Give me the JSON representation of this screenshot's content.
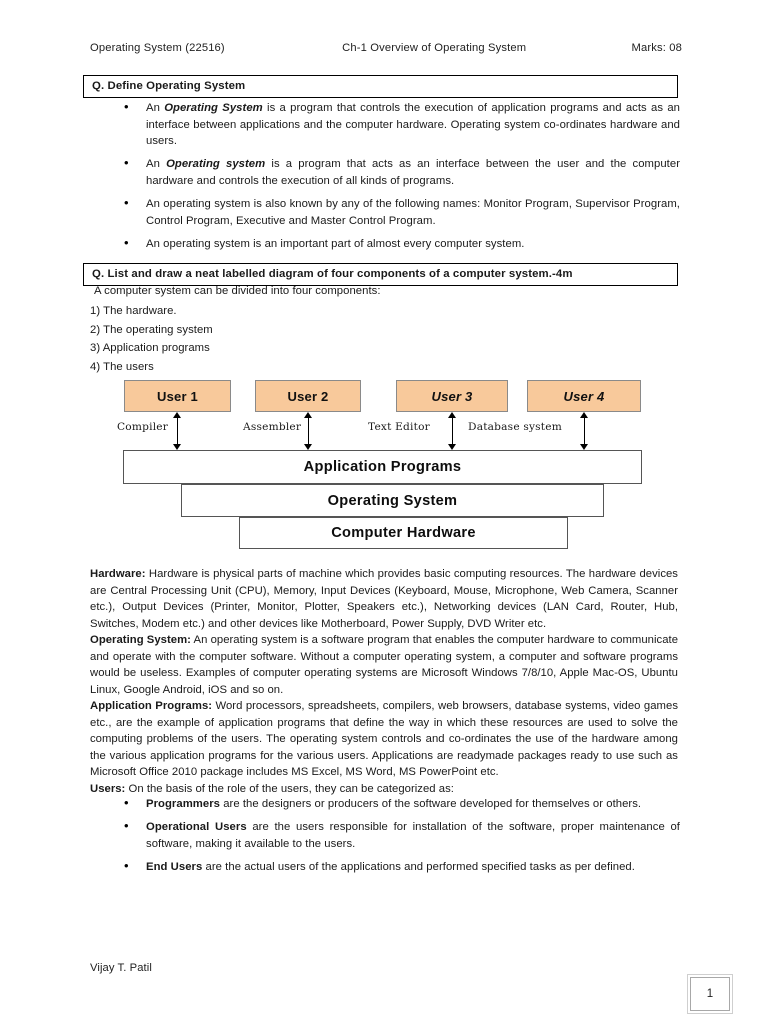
{
  "header": {
    "left": "Operating System (22516)",
    "center": "Ch-1 Overview of Operating System",
    "right": "Marks: 08"
  },
  "question1": {
    "title": "Q. Define Operating System",
    "bullets": [
      {
        "prefix": "An ",
        "emphasis": "Operating System",
        "text": " is a program that controls the execution of application programs and acts as an interface between applications and the computer hardware. Operating system co-ordinates hardware and users."
      },
      {
        "prefix": "An ",
        "emphasis": "Operating system",
        "text": " is a program that acts as an interface between the user and the computer hardware and controls the execution of all kinds of programs."
      },
      {
        "prefix": "",
        "emphasis": "",
        "text": "An operating system is also known by any of the following names: Monitor Program, Supervisor Program, Control Program, Executive and Master Control Program."
      },
      {
        "prefix": "",
        "emphasis": "",
        "text": "An operating system is an important part of almost every computer system."
      }
    ]
  },
  "question2": {
    "title": "Q. List and draw a neat labelled diagram of four components of a computer system.-4m",
    "intro": "A computer system can be divided into four components:",
    "items": [
      "1) The hardware.",
      "2) The operating system",
      "3) Application programs",
      "4) The users"
    ]
  },
  "diagram": {
    "user_boxes": [
      {
        "label": "User 1",
        "italic": false
      },
      {
        "label": "User 2",
        "italic": false
      },
      {
        "label": "User 3",
        "italic": true
      },
      {
        "label": "User 4",
        "italic": true
      }
    ],
    "arrow_labels": [
      "Compiler",
      "Assembler",
      "Text Editor",
      "Database system"
    ],
    "layers": [
      "Application Programs",
      "Operating System",
      "Computer Hardware"
    ],
    "box_fill": "#F8C99B",
    "box_border": "#8a8a8a",
    "layer_border": "#555555"
  },
  "body": {
    "paragraphs": [
      {
        "lead": "Hardware:",
        "text": " Hardware is physical parts of machine which provides basic computing resources. The hardware devices are Central Processing Unit (CPU), Memory, Input Devices (Keyboard, Mouse, Microphone, Web Camera, Scanner etc.), Output Devices (Printer, Monitor, Plotter, Speakers etc.), Networking devices (LAN Card, Router, Hub, Switches, Modem etc.) and other devices like Motherboard, Power Supply, DVD Writer etc."
      },
      {
        "lead": "Operating System:",
        "text": " An operating system is a software program that enables the computer hardware to communicate and operate with the computer software. Without a computer operating system, a computer and software programs would be useless. Examples of computer operating systems are Microsoft Windows 7/8/10, Apple Mac-OS, Ubuntu Linux, Google Android, iOS and so on."
      },
      {
        "lead": "Application Programs:",
        "text": " Word processors, spreadsheets, compilers, web browsers, database systems, video games etc., are the example of application programs that define the way in which these resources are used to solve the computing problems of the users. The operating system controls and co-ordinates the use of the hardware among the various application programs for the various users. Applications are readymade packages ready to use such as Microsoft Office 2010 package includes MS Excel, MS Word, MS PowerPoint etc."
      },
      {
        "lead": "Users:",
        "text": " On the basis of the role of the users, they can be categorized as:"
      }
    ],
    "user_bullets": [
      {
        "emphasis": "Programmers",
        "text": " are the designers or producers of the software developed for themselves or others."
      },
      {
        "emphasis": "Operational Users",
        "text": " are the users responsible for installation of the software, proper maintenance of software, making it available to the users."
      },
      {
        "emphasis": "End Users",
        "text": " are the actual users of the applications and performed specified tasks as per defined."
      }
    ]
  },
  "footer": {
    "author": "Vijay T. Patil",
    "page_number": "1"
  }
}
